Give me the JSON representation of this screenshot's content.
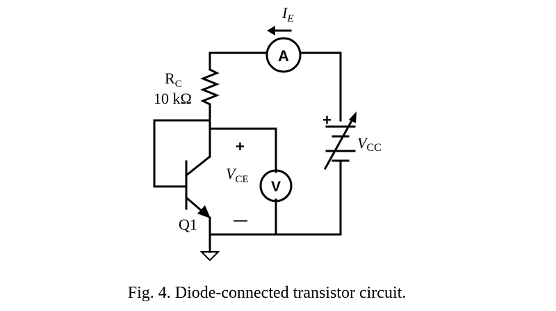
{
  "resistor": {
    "name_main": "R",
    "name_sub": "C",
    "value": "10 kΩ"
  },
  "current": {
    "symbol": "I",
    "subscript": "E"
  },
  "ammeter": {
    "letter": "A"
  },
  "voltmeter": {
    "letter": "V"
  },
  "source": {
    "symbol": "V",
    "subscript": "CC",
    "plus": "+"
  },
  "vce": {
    "symbol": "V",
    "subscript": "CE",
    "plus": "+",
    "minus": "—"
  },
  "transistor": {
    "label": "Q1"
  },
  "caption": "Fig. 4. Diode-connected transistor circuit."
}
